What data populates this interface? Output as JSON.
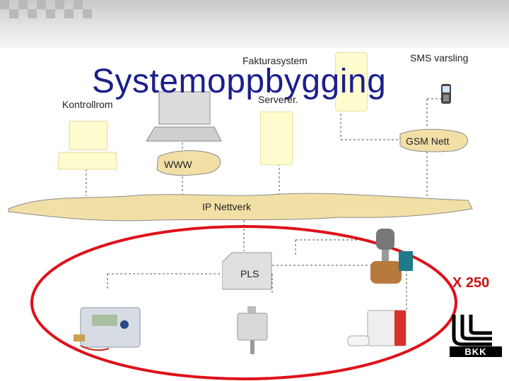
{
  "slide": {
    "title": "Systemoppbygging"
  },
  "labels": {
    "billing": "Fakturasystem",
    "servers": "Serverer.",
    "control_room": "Kontrollrom",
    "sms": "SMS varsling",
    "gsm": "GSM Nett",
    "www": "WWW",
    "ip": "IP Nettverk",
    "plc": "PLS",
    "multiplier": "X 250"
  },
  "logo": {
    "text": "BKK"
  },
  "colors": {
    "title": "#1a1f8c",
    "highlight_ellipse": "#e0101a",
    "cloud_fill": "#f2dfa6",
    "device_fill": "#fffccf",
    "multiplier": "#cc1111"
  }
}
